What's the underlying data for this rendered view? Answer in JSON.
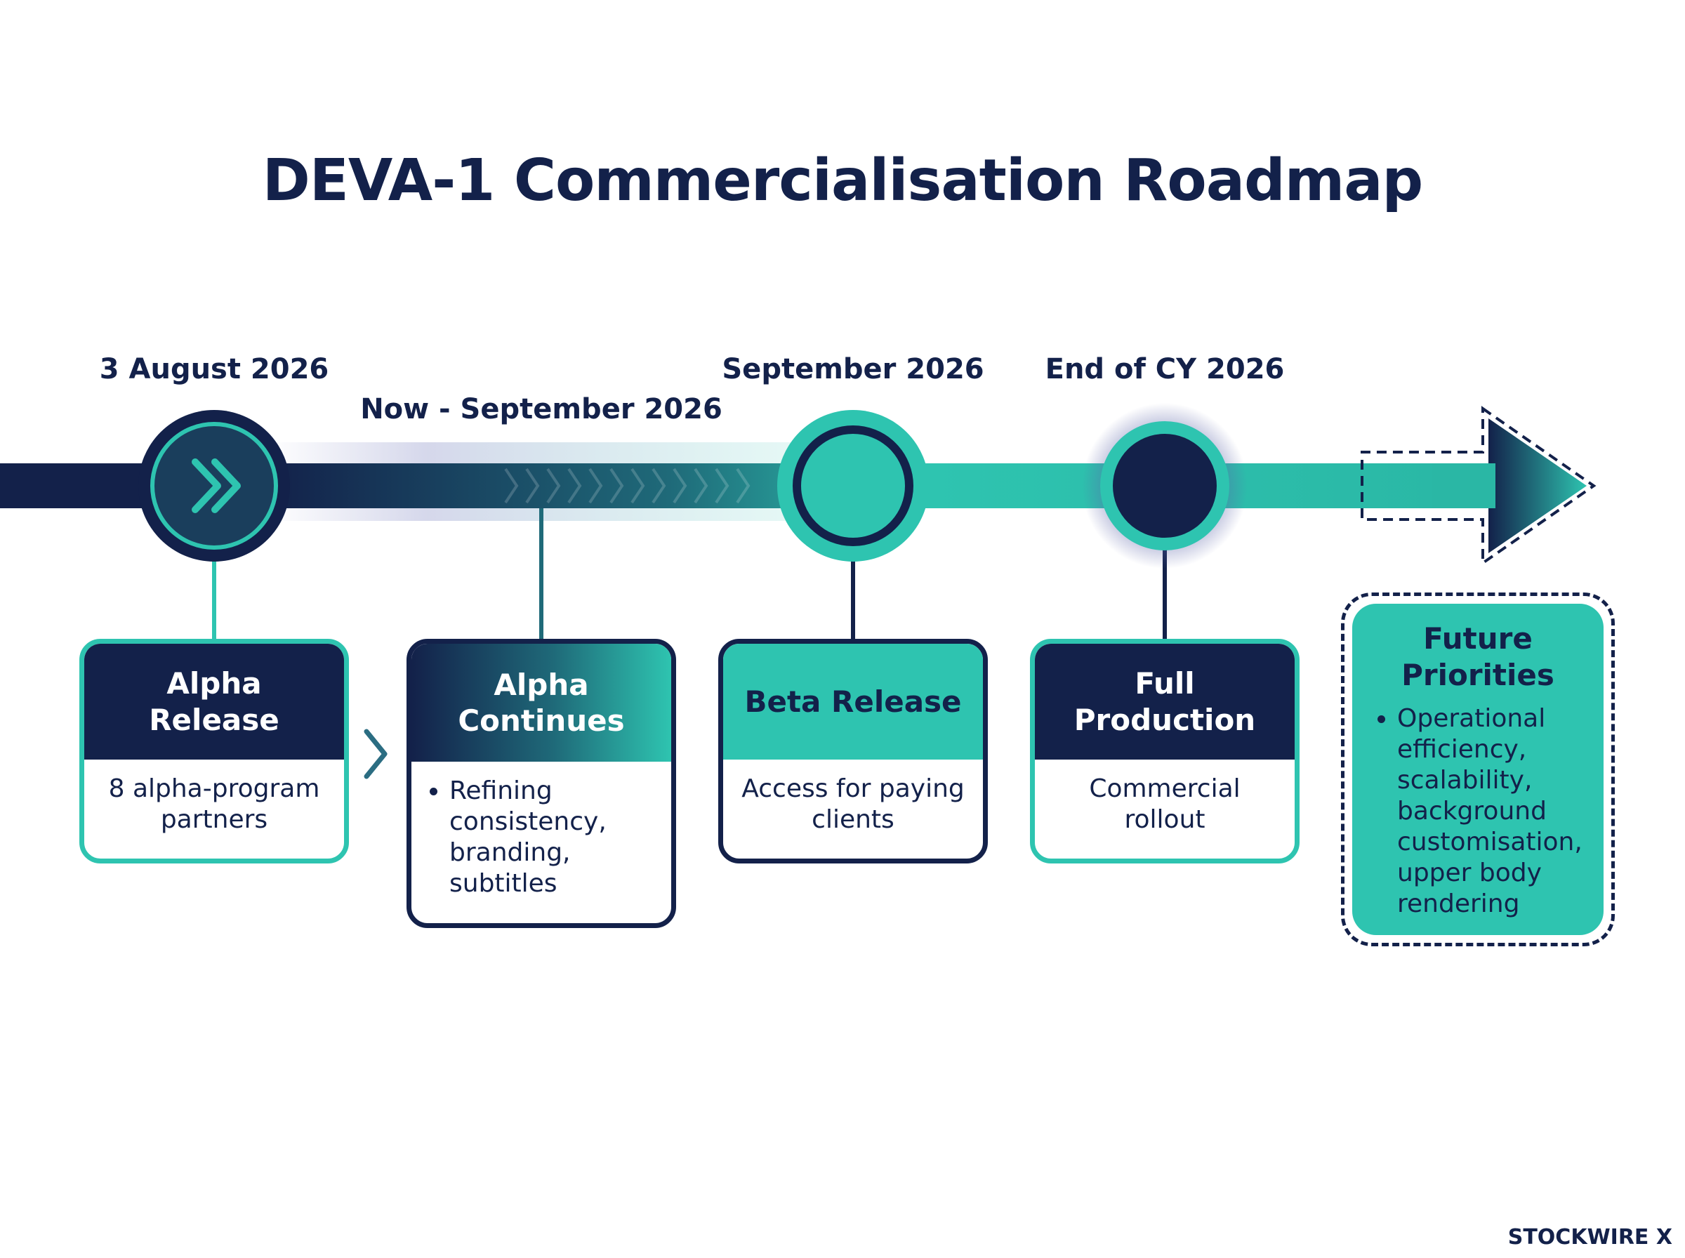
{
  "colors": {
    "navy": "#13214a",
    "teal": "#2ec4b0",
    "white": "#ffffff"
  },
  "title": "DEVA-1 Commercialisation Roadmap",
  "milestones": [
    {
      "date": "3 August 2026",
      "node_style": "navy-ring-with-double-chevron-icon",
      "heading": "Alpha Release",
      "details": [
        "8 alpha-program partners"
      ],
      "details_bulleted": false
    },
    {
      "date": "Now - September 2026",
      "node_style": "none",
      "heading": "Alpha Continues",
      "details": [
        "Refining consistency, branding, subtitles"
      ],
      "details_bulleted": true
    },
    {
      "date": "September 2026",
      "node_style": "teal-ring",
      "heading": "Beta Release",
      "details": [
        "Access for paying clients"
      ],
      "details_bulleted": false
    },
    {
      "date": "End of CY 2026",
      "node_style": "navy-glow",
      "heading": "Full Production",
      "details": [
        "Commercial rollout"
      ],
      "details_bulleted": false
    }
  ],
  "future": {
    "heading": "Future Priorities",
    "details": [
      "Operational efficiency, scalability, background customisation, upper body rendering"
    ],
    "details_bulleted": true
  },
  "brand": "STOCKWIRE X"
}
